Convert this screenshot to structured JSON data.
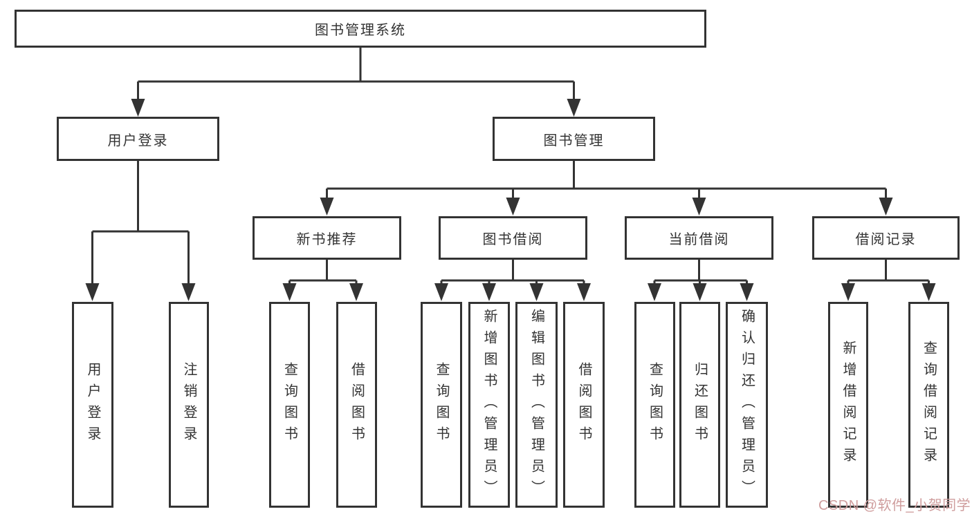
{
  "tree": {
    "root": "图书管理系统",
    "children": [
      {
        "label": "用户登录",
        "children": [
          {
            "label": "用户登录"
          },
          {
            "label": "注销登录"
          }
        ]
      },
      {
        "label": "图书管理",
        "children": [
          {
            "label": "新书推荐",
            "children": [
              {
                "label": "查询图书"
              },
              {
                "label": "借阅图书"
              }
            ]
          },
          {
            "label": "图书借阅",
            "children": [
              {
                "label": "查询图书"
              },
              {
                "label": "新增图书（管理员）"
              },
              {
                "label": "编辑图书（管理员）"
              },
              {
                "label": "借阅图书"
              }
            ]
          },
          {
            "label": "当前借阅",
            "children": [
              {
                "label": "查询图书"
              },
              {
                "label": "归还图书"
              },
              {
                "label": "确认归还（管理员）"
              }
            ]
          },
          {
            "label": "借阅记录",
            "children": [
              {
                "label": "新增借阅记录"
              },
              {
                "label": "查询借阅记录"
              }
            ]
          }
        ]
      }
    ]
  },
  "watermark": {
    "text": "CSDN @软件_小贺同学"
  },
  "colors": {
    "line": "#333333",
    "text": "#333333",
    "watermark": "#cf9d9d",
    "background": "#ffffff"
  }
}
